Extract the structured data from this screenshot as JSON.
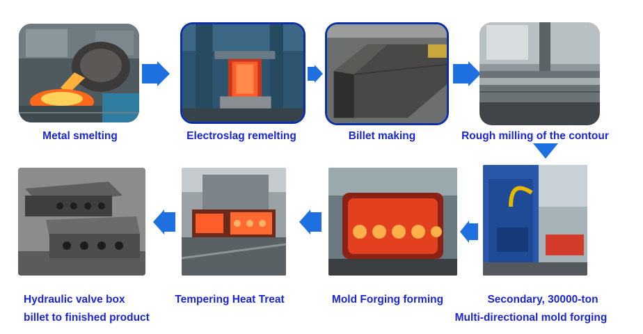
{
  "colors": {
    "caption": "#1a25d6",
    "arrow": "#1e6fe0",
    "frame": "#0a2fa8",
    "hot_metal": "#ff5a1f"
  },
  "steps": [
    {
      "caption": "Metal smelting",
      "photo": "furnace-pouring-molten-metal"
    },
    {
      "caption": "Electroslag remelting",
      "photo": "electroslag-furnace-glowing-ingot"
    },
    {
      "caption": "Billet making",
      "photo": "square-steel-billet"
    },
    {
      "caption": "Rough milling of the contour",
      "photo": "milling-machine-on-block"
    },
    {
      "caption_lines": [
        "Secondary, 30000-ton",
        "Multi-directional mold forging"
      ],
      "photo": "large-forging-press"
    },
    {
      "caption": "Mold Forging forming",
      "photo": "red-hot-forged-block-with-bores"
    },
    {
      "caption": "Tempering Heat Treat",
      "photo": "heat-treat-furnace-glowing-parts"
    },
    {
      "caption_lines": [
        "Hydraulic valve box",
        "billet to finished product"
      ],
      "photo": "finished-valve-blocks"
    }
  ],
  "arrows": [
    "arrow-right",
    "arrow-right",
    "arrow-right",
    "arrow-down",
    "arrow-left",
    "arrow-left",
    "arrow-left"
  ]
}
